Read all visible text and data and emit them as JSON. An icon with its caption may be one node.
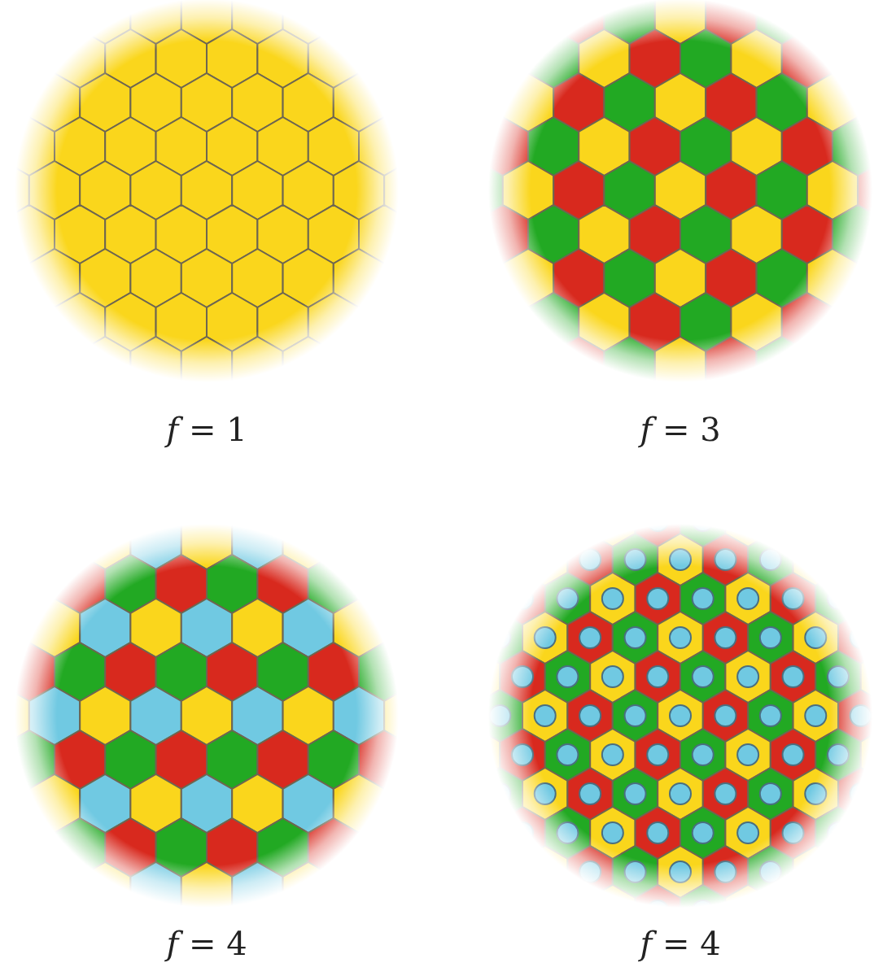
{
  "diagram": {
    "labels": [
      "*f* = 1",
      "*f* = 3",
      "*f* = 4",
      "*f* = 4"
    ]
  }
}
